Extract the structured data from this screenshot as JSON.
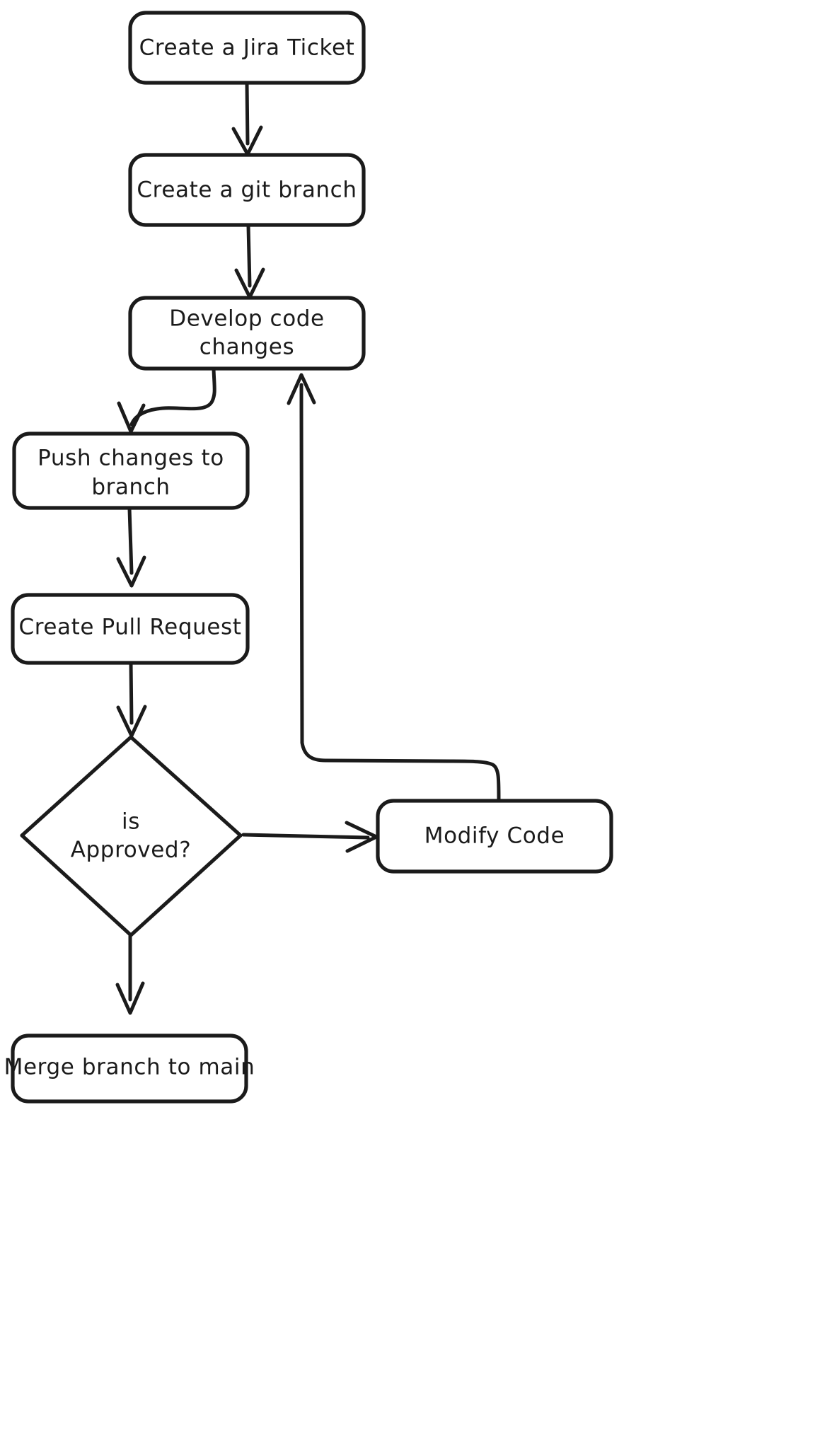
{
  "diagram": {
    "title": "Git development workflow flowchart",
    "background_color": "#ffffff",
    "stroke_color": "#1b1b1b",
    "text_color": "#1b1b1b",
    "style": "hand-drawn sketch"
  },
  "nodes": {
    "jira_ticket": {
      "label": "Create a Jira Ticket",
      "shape": "rounded-rectangle"
    },
    "git_branch": {
      "label": "Create a git branch",
      "shape": "rounded-rectangle"
    },
    "develop_line1": {
      "label": "Develop code",
      "shape": "rounded-rectangle"
    },
    "develop_line2": {
      "label": "changes"
    },
    "push_line1": {
      "label": "Push changes to",
      "shape": "rounded-rectangle"
    },
    "push_line2": {
      "label": "branch"
    },
    "pull_request": {
      "label": "Create Pull Request",
      "shape": "rounded-rectangle"
    },
    "approved_line1": {
      "label": "is",
      "shape": "diamond"
    },
    "approved_line2": {
      "label": "Approved?"
    },
    "modify_code": {
      "label": "Modify Code",
      "shape": "rounded-rectangle"
    },
    "merge_main": {
      "label": "Merge branch to main",
      "shape": "rounded-rectangle"
    }
  },
  "edges": [
    {
      "from": "jira_ticket",
      "to": "git_branch",
      "label": ""
    },
    {
      "from": "git_branch",
      "to": "develop",
      "label": ""
    },
    {
      "from": "develop",
      "to": "push",
      "label": ""
    },
    {
      "from": "push",
      "to": "pull_request",
      "label": ""
    },
    {
      "from": "pull_request",
      "to": "approved",
      "label": ""
    },
    {
      "from": "approved",
      "to": "modify_code",
      "label": ""
    },
    {
      "from": "approved",
      "to": "merge_main",
      "label": ""
    },
    {
      "from": "modify_code",
      "to": "develop",
      "label": ""
    }
  ]
}
